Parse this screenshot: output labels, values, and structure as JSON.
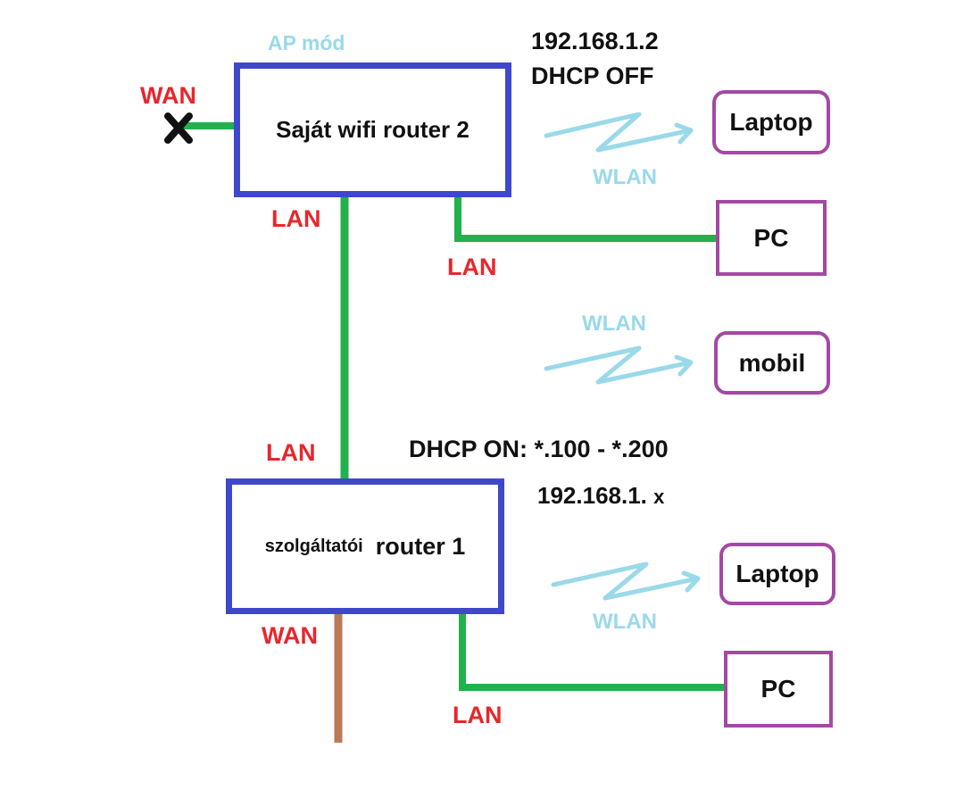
{
  "colors": {
    "router_border": "#3f48cc",
    "device_border": "#a349a4",
    "lan_cable": "#22b14c",
    "wan_cable": "#b97a57",
    "wlan_signal": "#99d9ea",
    "label_red": "#e8262c"
  },
  "router2": {
    "mode_label": "AP mód",
    "title": "Saját wifi router 2",
    "ip": "192.168.1.2",
    "dhcp": "DHCP OFF",
    "wan_label": "WAN",
    "lan_label_down": "LAN",
    "lan_label_pc": "LAN",
    "wlan_label": "WLAN",
    "laptop": "Laptop",
    "pc": "PC"
  },
  "middle": {
    "wlan_label": "WLAN",
    "mobil": "mobil",
    "lan_label": "LAN"
  },
  "router1": {
    "dhcp": "DHCP ON: *.100 - *.200",
    "ip_prefix": "192.168.1.",
    "ip_suffix": "x",
    "title_prefix": "szolgáltatói",
    "title_main": "router 1",
    "wan_label": "WAN",
    "lan_label_pc": "LAN",
    "wlan_label": "WLAN",
    "laptop": "Laptop",
    "pc": "PC"
  }
}
